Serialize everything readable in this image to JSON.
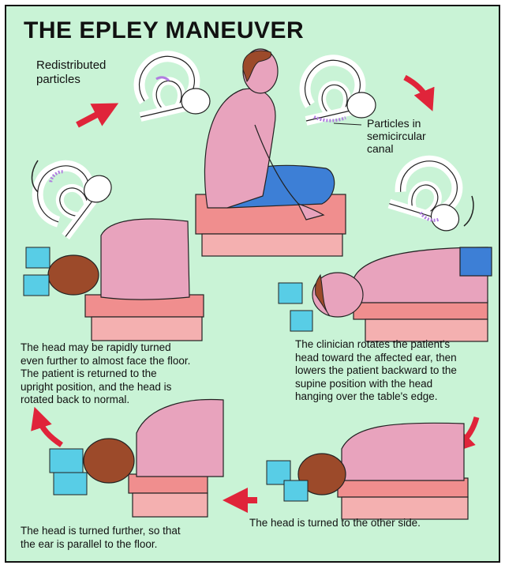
{
  "title": "THE EPLEY MANEUVER",
  "labels": {
    "redistributed": [
      "Redistributed",
      "particles"
    ],
    "particles_canal": [
      "Particles in",
      "semicircular",
      "canal"
    ]
  },
  "captions": {
    "step2": [
      "The clinician rotates the patient's",
      "head toward the affected ear, then",
      "lowers the patient backward to the",
      "supine position with the head",
      "hanging over the table's edge."
    ],
    "step3": [
      "The head is turned to the other side."
    ],
    "step4": [
      "The head is turned further, so that",
      "the ear is parallel to the floor."
    ],
    "step5": [
      "The head may be rapidly turned",
      "even further to almost face the floor.",
      "The patient is returned to the",
      "upright position, and the head is",
      "rotated back to normal."
    ]
  },
  "colors": {
    "background": "#c9f3d6",
    "arrow": "#e0243a",
    "shirt": "#e8a3bd",
    "pants": "#3d7fd6",
    "table": "#f08e8e",
    "hair": "#9c4a2a",
    "hands": "#58cde6",
    "particles": "#b07ce0"
  }
}
